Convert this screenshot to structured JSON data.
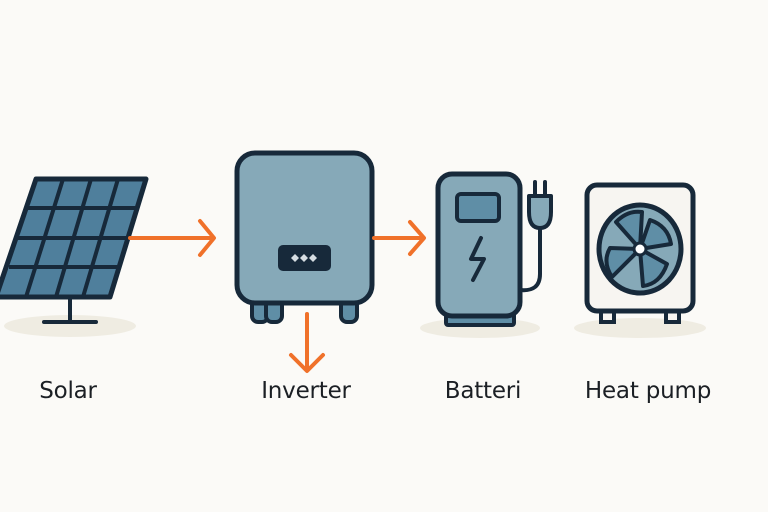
{
  "diagram": {
    "type": "energy-flow",
    "colors": {
      "outline": "#17293a",
      "panel_fill": "#4f7f9c",
      "device_fill": "#86a9b8",
      "device_fill_dark": "#5f8ea6",
      "arrow": "#f0712a",
      "shadow": "#efece2",
      "heat_pump_body": "#f7f5f1"
    },
    "nodes": [
      {
        "id": "solar",
        "label": "Solar",
        "icon": "solar-panel-icon"
      },
      {
        "id": "inverter",
        "label": "Inverter",
        "icon": "inverter-icon"
      },
      {
        "id": "battery",
        "label": "Batteri",
        "icon": "battery-charger-icon"
      },
      {
        "id": "heat_pump",
        "label": "Heat pump",
        "icon": "heat-pump-fan-icon"
      }
    ],
    "edges": [
      {
        "from": "solar",
        "to": "inverter",
        "direction": "right"
      },
      {
        "from": "inverter",
        "to": "battery",
        "direction": "right"
      },
      {
        "from": "inverter",
        "to": "output",
        "direction": "down"
      }
    ]
  }
}
